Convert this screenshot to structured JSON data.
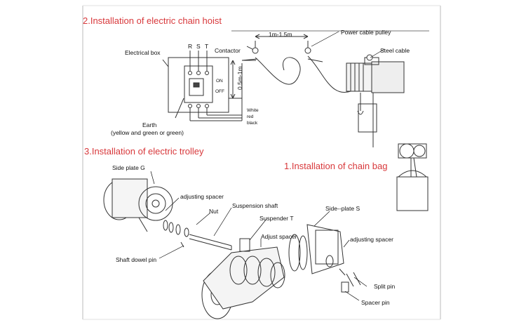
{
  "headings": {
    "hoist": "2.Installation of electric chain hoist",
    "trolley": "3.Installation of electric trolley",
    "chain_bag": "1.Installation of chain bag"
  },
  "hoist_labels": {
    "electrical_box": "Electrical box",
    "r": "R",
    "s": "S",
    "t": "T",
    "on": "ON",
    "off": "OFF",
    "contactor": "Contactor",
    "distance_horizontal": "1m-1.5m",
    "distance_vertical": "0.5m-1m",
    "power_cable_pulley": "Power cable pulley",
    "steel_cable": "Steel cable",
    "earth": "Earth",
    "earth_note": "(yellow and green or green)",
    "wire_white": "White",
    "wire_red": "red",
    "wire_black": "black"
  },
  "trolley_labels": {
    "side_plate_g": "Side plate G",
    "adjusting_spacer_left": "adjusting spacer",
    "nut": "Nut",
    "suspension_shaft": "Suspension shaft",
    "side_plate_s": "Side--plate S",
    "suspender_t": "Suspender T",
    "adjust_spacer": "Adjust spacer",
    "adjusting_spacer_right": "adjusting spacer",
    "shaft_dowel_pin": "Shaft dowel pin",
    "split_pin": "Split pin",
    "spacer_pin": "Spacer pin"
  }
}
